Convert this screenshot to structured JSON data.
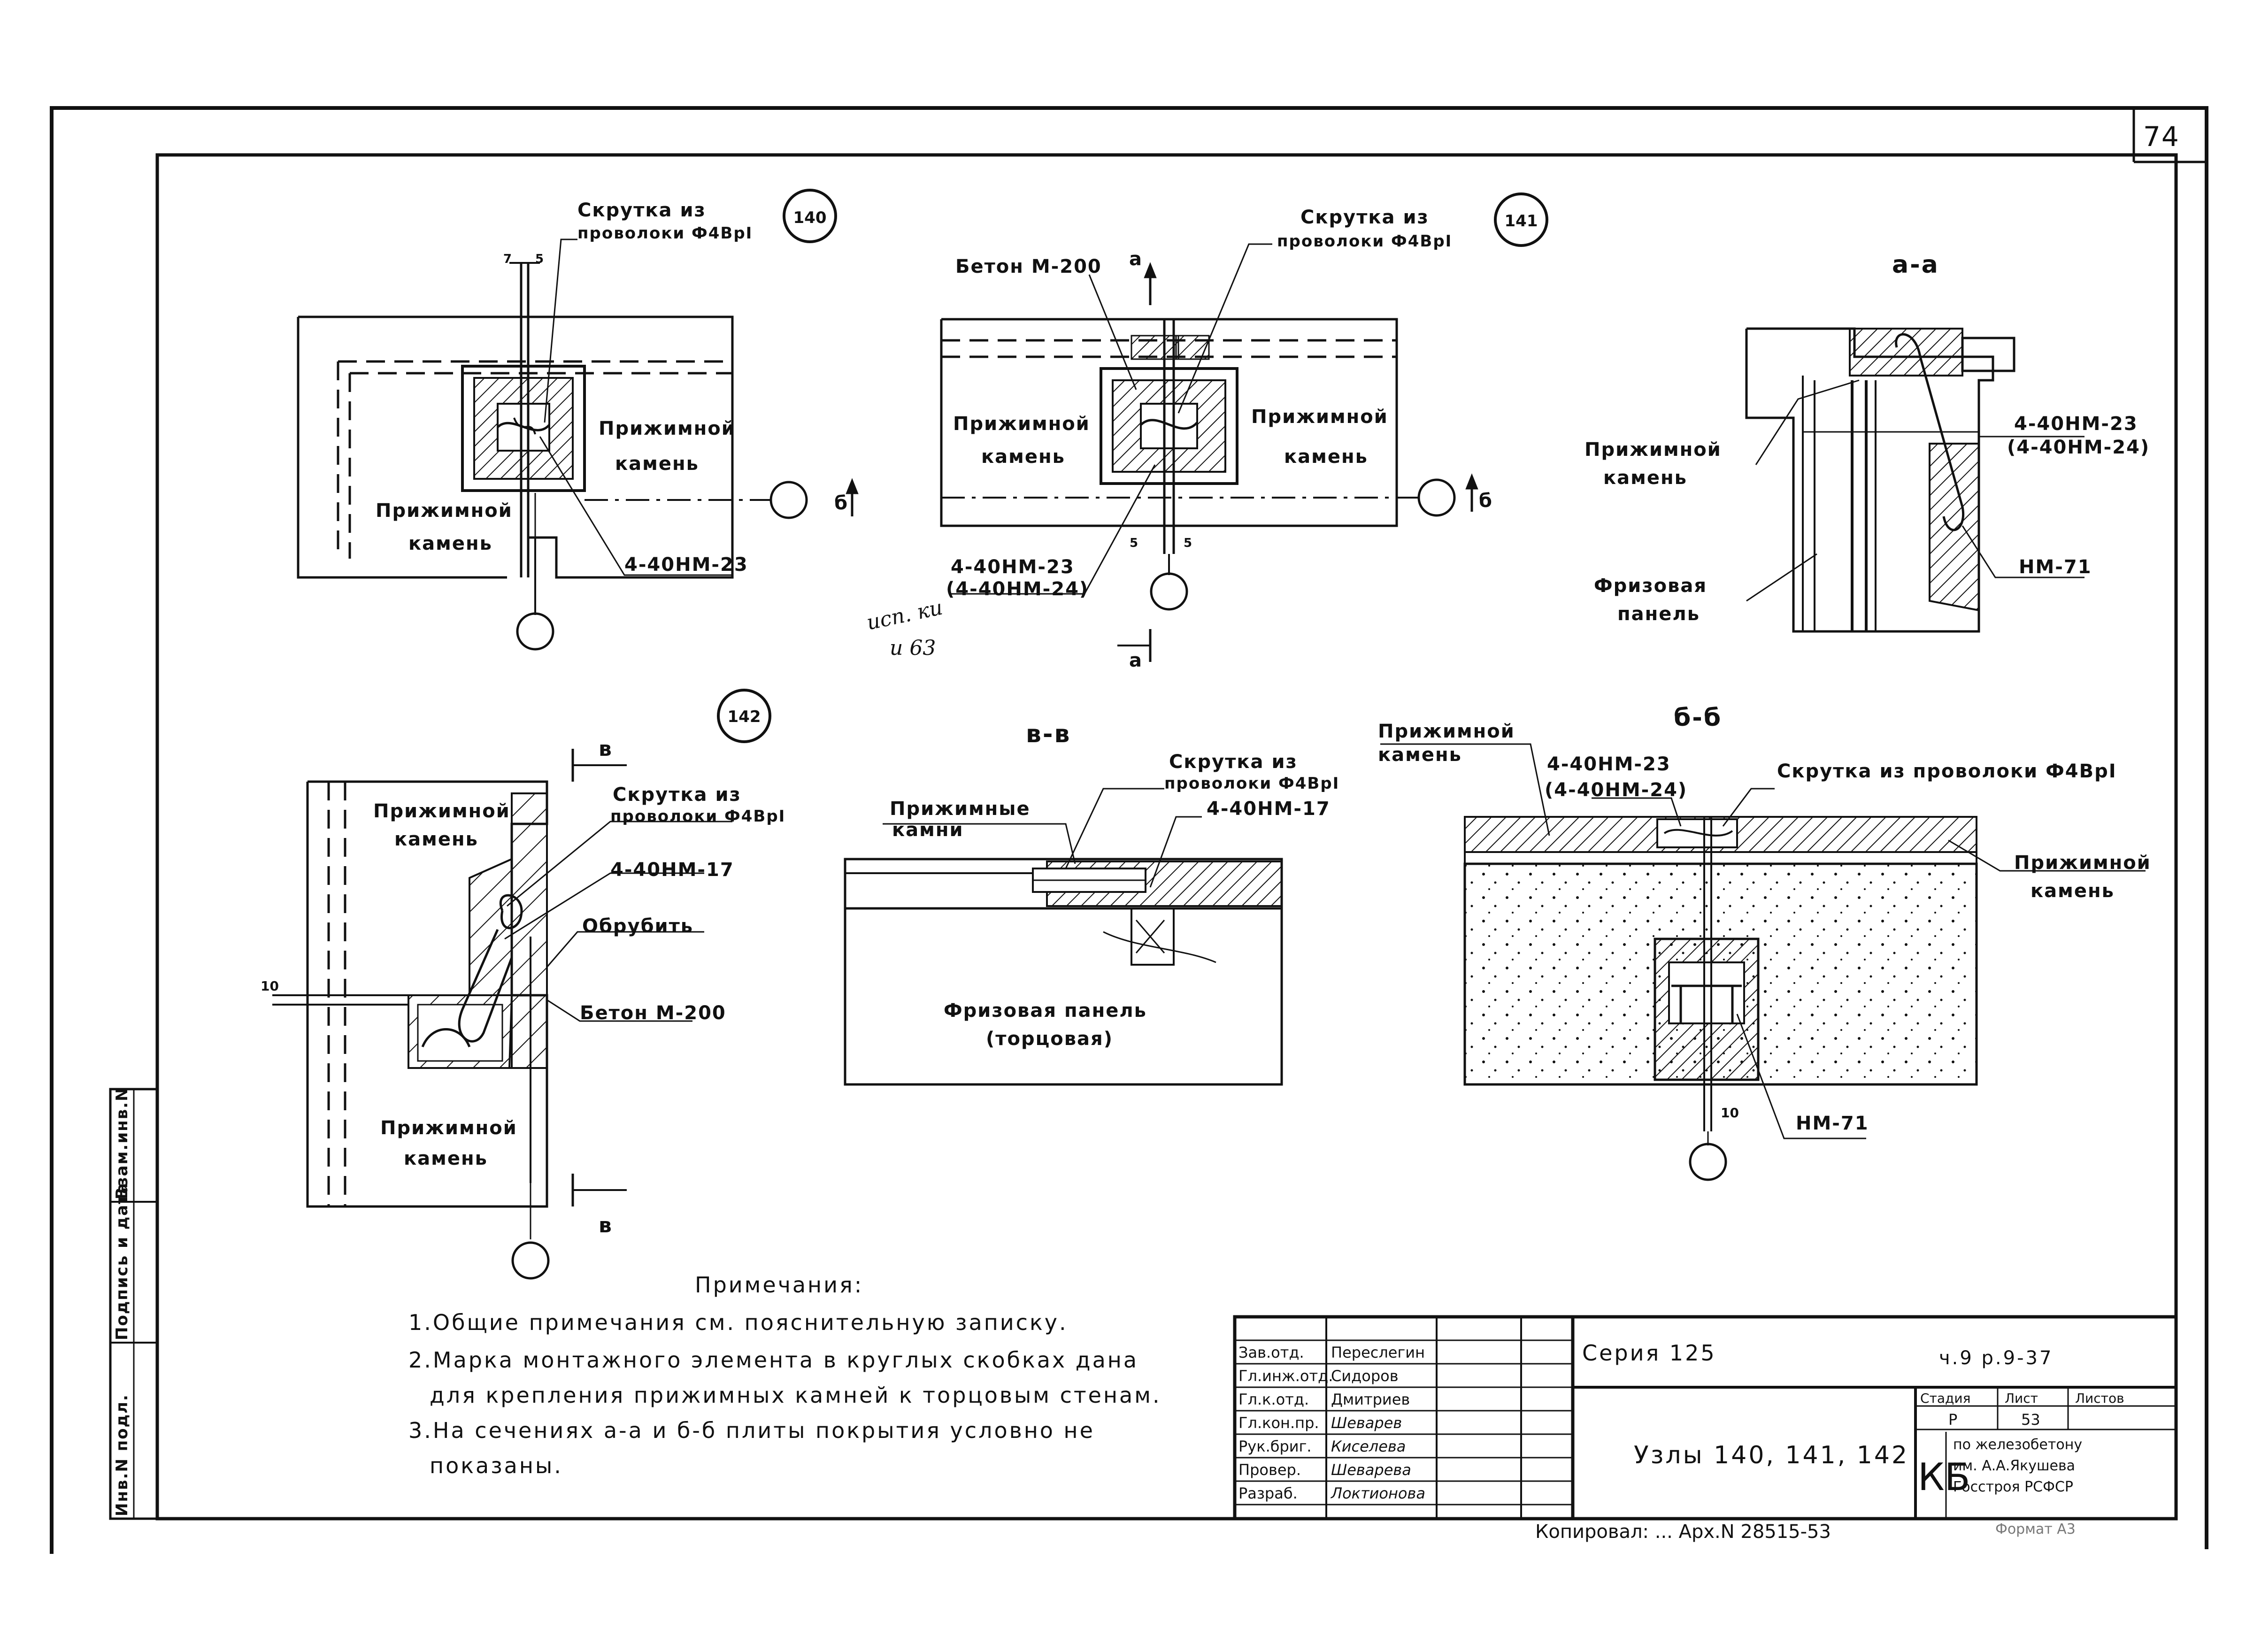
{
  "sheet": {
    "page_number": "74",
    "side_stamp": {
      "inv_podl": "Инв.N подл.",
      "podpis_data": "Подпись и дата",
      "vzam_inv": "Взам.инв.N"
    }
  },
  "detail_140": {
    "node_number": "140",
    "twist_label_line1": "Скрутка из",
    "twist_label_line2": "проволоки Ф4ВрI",
    "dim_left": "7",
    "dim_right": "5",
    "stone_right_line1": "Прижимной",
    "stone_right_line2": "камень",
    "stone_left_line1": "Прижимной",
    "stone_left_line2": "камень",
    "element_mark": "4-40НМ-23",
    "section_mark": "б"
  },
  "detail_141": {
    "node_number": "141",
    "twist_label_line1": "Скрутка из",
    "twist_label_line2": "проволоки Ф4ВрI",
    "concrete_label": "Бетон М-200",
    "section_mark_top": "а",
    "section_mark_bottom": "а",
    "section_mark_side": "б",
    "stone_left_line1": "Прижимной",
    "stone_left_line2": "камень",
    "stone_right_line1": "Прижимной",
    "stone_right_line2": "камень",
    "dim_left": "5",
    "dim_right": "5",
    "element_mark": "4-40НМ-23",
    "element_mark_alt": "(4-40НМ-24)",
    "handwritten_1": "исп. ки",
    "handwritten_2": "и 63"
  },
  "section_aa": {
    "title": "а-а",
    "stone_line1": "Прижимной",
    "stone_line2": "камень",
    "frieze_line1": "Фризовая",
    "frieze_line2": "панель",
    "element_mark": "4-40НМ-23",
    "element_mark_alt": "(4-40НМ-24)",
    "anchor_mark": "НМ-71"
  },
  "detail_142": {
    "node_number": "142",
    "section_mark_top": "в",
    "section_mark_bottom": "в",
    "stone_top_line1": "Прижимной",
    "stone_top_line2": "камень",
    "stone_bottom_line1": "Прижимной",
    "stone_bottom_line2": "камень",
    "twist_label_line1": "Скрутка из",
    "twist_label_line2": "проволоки Ф4ВрI",
    "element_mark": "4-40НМ-17",
    "cut_label": "Обрубить",
    "concrete_label": "Бетон М-200",
    "dim_left": "10"
  },
  "section_vv": {
    "title": "в-в",
    "stones_line1": "Прижимные",
    "stones_line2": "камни",
    "twist_label_line1": "Скрутка из",
    "twist_label_line2": "проволоки Ф4ВрI",
    "element_mark": "4-40НМ-17",
    "panel_line1": "Фризовая панель",
    "panel_line2": "(торцовая)"
  },
  "section_bb": {
    "title": "б-б",
    "stone_top_line1": "Прижимной",
    "stone_top_line2": "камень",
    "element_mark": "4-40НМ-23",
    "element_mark_alt": "(4-40НМ-24)",
    "twist_label": "Скрутка из проволоки Ф4ВрI",
    "stone_right_line1": "Прижимной",
    "stone_right_line2": "камень",
    "anchor_mark": "НМ-71",
    "dim_bottom": "10"
  },
  "notes": {
    "heading": "Примечания:",
    "line1": "1.Общие примечания см. пояснительную записку.",
    "line2": "2.Марка монтажного элемента в круглых скобках дана",
    "line3": "для крепления прижимных камней к торцовым стенам.",
    "line4": "3.На сечениях а-а и б-б плиты покрытия условно не",
    "line5": "показаны."
  },
  "title_block": {
    "roles": [
      "Зав.отд.",
      "Гл.инж.отд.",
      "Гл.к.отд.",
      "Гл.кон.пр.",
      "Рук.бриг.",
      "Провер.",
      "Разраб."
    ],
    "names": [
      "Переслегин",
      "Сидоров",
      "Дмитриев",
      "Шеварев",
      "Киселева",
      "Шеварева",
      "Локтионова"
    ],
    "series": "Серия 125",
    "code": "ч.9 р.9-37",
    "drawing_title": "Узлы 140, 141, 142",
    "col_stage": "Стадия",
    "col_sheet": "Лист",
    "col_sheets": "Листов",
    "stage": "Р",
    "sheet": "53",
    "org_mark": "КБ",
    "org_line1": "по железобетону",
    "org_line2": "им. А.А.Якушева",
    "org_line3": "Госстроя РСФСР",
    "copied_stamp": "Копировал: ... Арх.N 28515-53",
    "format": "Формат А3"
  }
}
